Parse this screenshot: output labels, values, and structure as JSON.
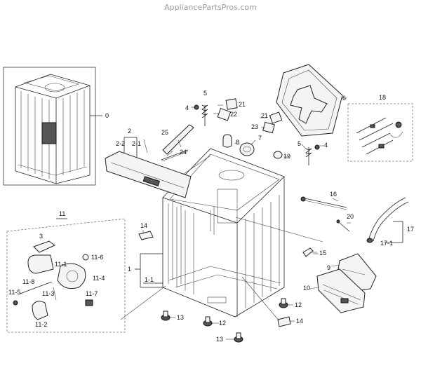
{
  "watermark": "AppliancePartsPros.com",
  "callouts": {
    "c0": "0",
    "c2": "2",
    "c2_2": "2-2",
    "c2_1": "2-1",
    "c25": "25",
    "c24": "24",
    "c5a": "5",
    "c4a": "4",
    "c21a": "21",
    "c22": "22",
    "c8": "8",
    "c7": "7",
    "c23": "23",
    "c21b": "21",
    "c19": "19",
    "c5b": "5",
    "c4b": "4",
    "c6": "6",
    "c18": "18",
    "c16": "16",
    "c20": "20",
    "c17": "17",
    "c17_1": "17-1",
    "c15": "15",
    "c9": "9",
    "c10": "10",
    "c12a": "12",
    "c12b": "12",
    "c13a": "13",
    "c13b": "13",
    "c14a": "14",
    "c14b": "14",
    "c1": "1",
    "c1_1": "1-1",
    "c11": "11",
    "c3": "3",
    "c11_1": "11-1",
    "c11_6": "11-6",
    "c11_4": "11-4",
    "c11_8": "11-8",
    "c11_3": "11-3",
    "c11_5": "11-5",
    "c11_7": "11-7",
    "c11_2": "11-2"
  }
}
